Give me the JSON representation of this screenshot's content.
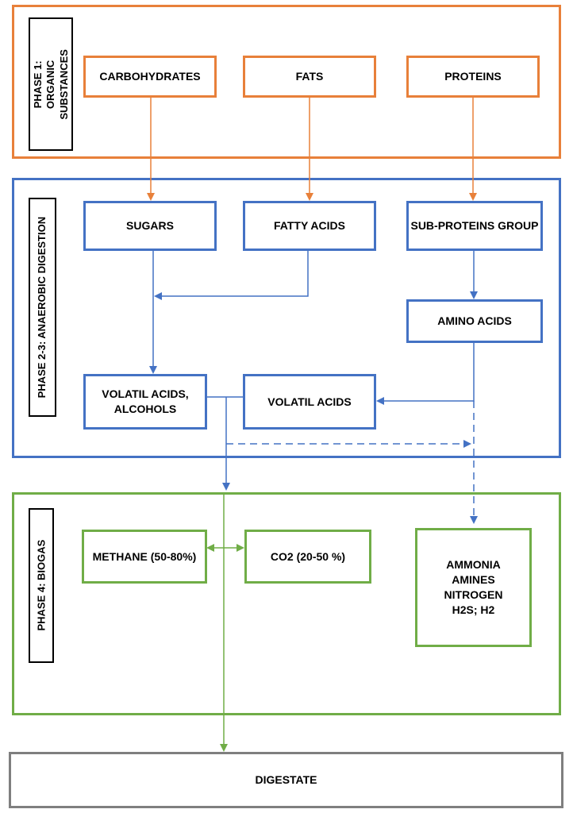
{
  "phases": {
    "phase1": "PHASE 1: ORGANIC\nSUBSTANCES",
    "phase23": "PHASE 2-3: ANAEROBIC DIGESTION",
    "phase4": "PHASE 4: BIOGAS"
  },
  "boxes": {
    "carbohydrates": "CARBOHYDRATES",
    "fats": "FATS",
    "proteins": "PROTEINS",
    "sugars": "SUGARS",
    "fatty_acids": "FATTY ACIDS",
    "sub_proteins": "SUB-PROTEINS GROUP",
    "amino_acids": "AMINO ACIDS",
    "volatil_acids_alcohols": "VOLATIL ACIDS,\nALCOHOLS",
    "volatil_acids": "VOLATIL ACIDS",
    "methane": "METHANE (50-80%)",
    "co2": "CO2 (20-50 %)",
    "ammonia_group": "AMMONIA\nAMINES\nNITROGEN\nH2S; H2",
    "digestate": "DIGESTATE"
  },
  "colors": {
    "phase1": "#e8803a",
    "phase23": "#4472c4",
    "phase4": "#70ad47",
    "digestate": "#7f7f7f"
  }
}
